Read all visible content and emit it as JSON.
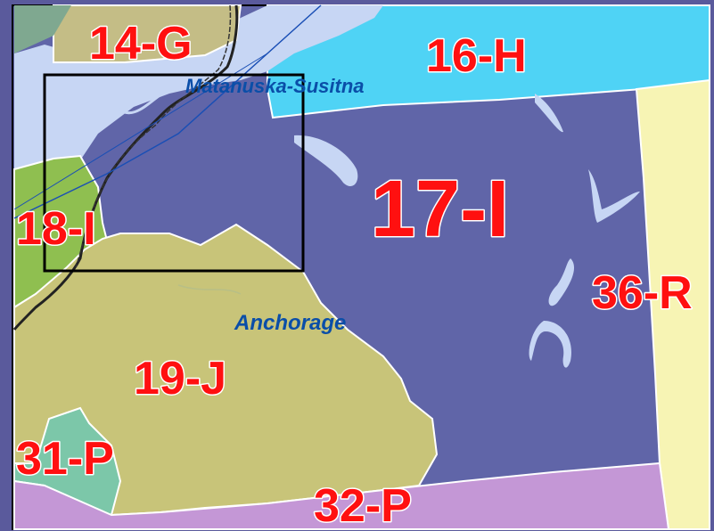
{
  "map": {
    "district_labels": {
      "d14g": "14-G",
      "d16h": "16-H",
      "d17i": "17-I",
      "d18i": "18-I",
      "d19j": "19-J",
      "d31p": "31-P",
      "d32p": "32-P",
      "d36r": "36-R"
    },
    "place_labels": {
      "matsu": "Matanuska-Susitna",
      "anchorage": "Anchorage"
    },
    "colors": {
      "district_17i": "#6065a8",
      "district_16h": "#4fd3f5",
      "district_19j": "#c8c479",
      "district_32p": "#c497d6",
      "district_36r": "#f7f4b4",
      "district_31p": "#7cc7a9",
      "district_18i": "#8fbf50",
      "district_14g": "#c4bd86",
      "water": "#c7d6f4",
      "label_red": "#ff1010",
      "place_blue": "#0a4ea8",
      "frame": "#000000"
    }
  }
}
